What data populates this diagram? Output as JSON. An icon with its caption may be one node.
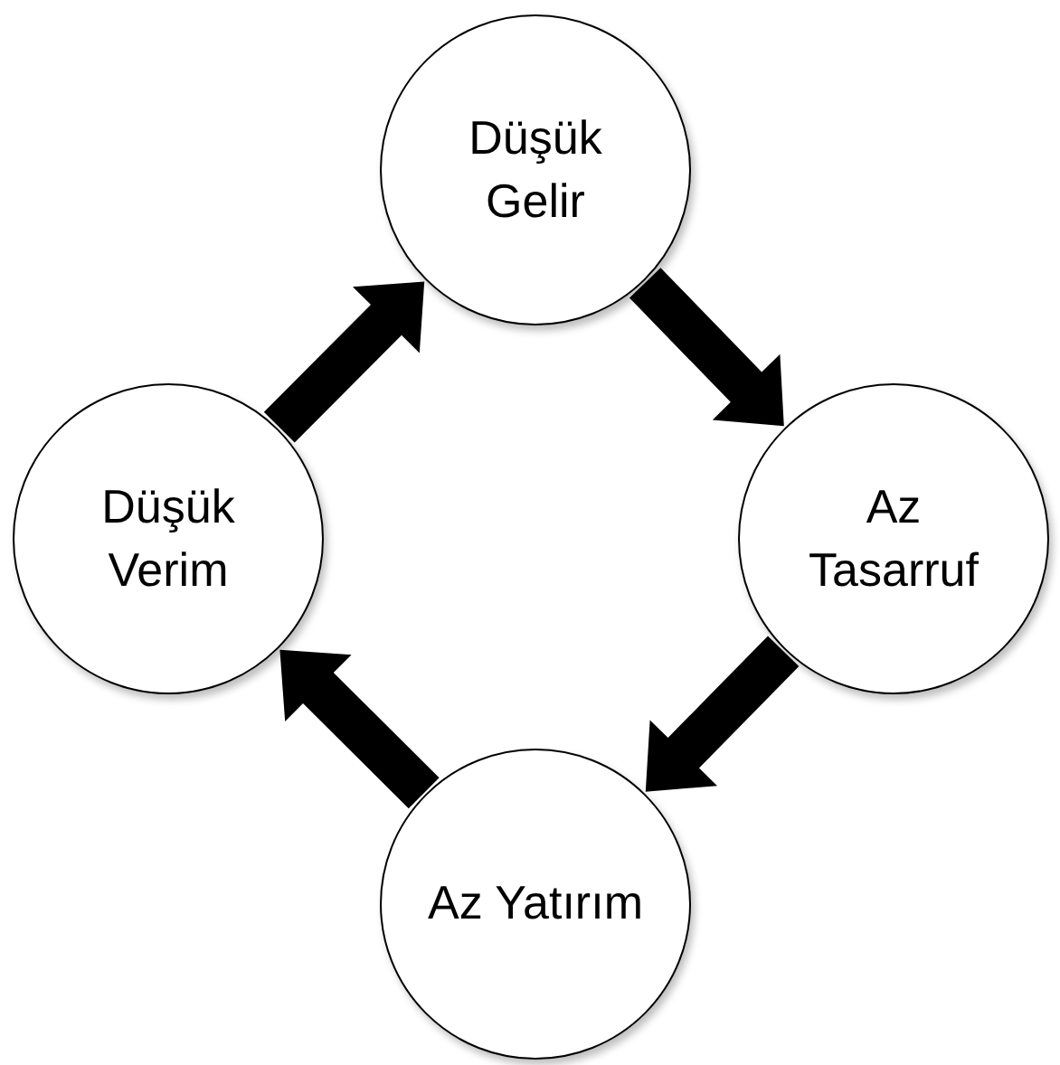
{
  "diagram": {
    "nodes": [
      {
        "text": [
          "Düşük Gelir"
        ]
      },
      {
        "text": [
          "Düşük Verim"
        ]
      },
      {
        "text": [
          "Az Tasarruf"
        ]
      },
      {
        "text": [
          "Az Yatırım"
        ]
      }
    ],
    "edges": [
      {
        "from": 0,
        "to": 2,
        "arrow": "to",
        "style": "thick"
      },
      {
        "from": 2,
        "to": 3,
        "arrow": "to",
        "style": "thick"
      },
      {
        "from": 3,
        "to": 1,
        "arrow": "to",
        "style": "thick"
      },
      {
        "from": 1,
        "to": 0,
        "arrow": "to",
        "style": "thick"
      }
    ]
  }
}
